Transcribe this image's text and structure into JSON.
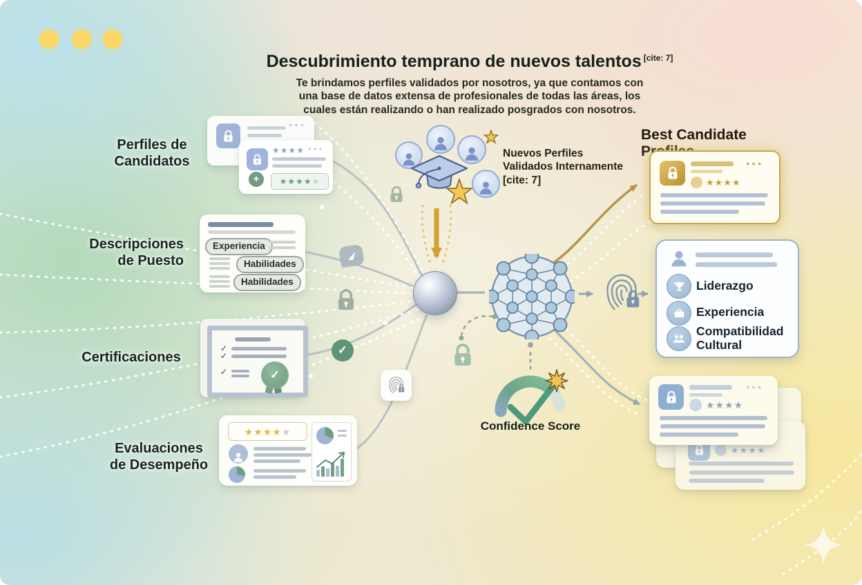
{
  "colors": {
    "accent_gold": "#c9a646",
    "accent_blue": "#8fafd2",
    "accent_green": "#6f9c82",
    "bg_blue": "#c3e2e6",
    "bg_green": "#b7dcc2",
    "bg_cream": "#f1ead6",
    "bg_pink": "#f8e2d9",
    "bg_yellow": "#f6eba9"
  },
  "icons": {
    "star": "★",
    "stars_four": "★★★★",
    "dots": "●●●",
    "check": "✓",
    "plus": "+"
  },
  "header": {
    "title": "Descubrimiento temprano de nuevos talentos",
    "cite": "[cite: 7]",
    "subtitle": [
      "Te brindamos perfiles validados por nosotros, ya que contamos con",
      "una base de datos extensa de profesionales de todas las áreas, los",
      "cuales están realizando o han realizado posgrados con nosotros."
    ]
  },
  "sources": {
    "profiles_label": [
      "Perfiles de",
      "Candidatos"
    ],
    "jobdesc_label": [
      "Descripciones",
      "de Puesto"
    ],
    "cert_label": "Certificaciones",
    "eval_label": [
      "Evaluaciones",
      "de Desempeño"
    ]
  },
  "job_card": {
    "tags": [
      "Experiencia",
      "Habilidades",
      "Habilidades"
    ]
  },
  "center": {
    "validated_note": "Nuevos Perfiles Validados Internamente [cite: 7]",
    "confidence_label": "Confidence Score"
  },
  "output": {
    "heading": "Best Candidate Profiles",
    "skills": [
      {
        "icon": "trophy-icon",
        "label": "Liderazgo"
      },
      {
        "icon": "briefcase-icon",
        "label": "Experiencia"
      },
      {
        "icon": "people-icon",
        "label": "Compatibilidad Cultural"
      }
    ]
  }
}
